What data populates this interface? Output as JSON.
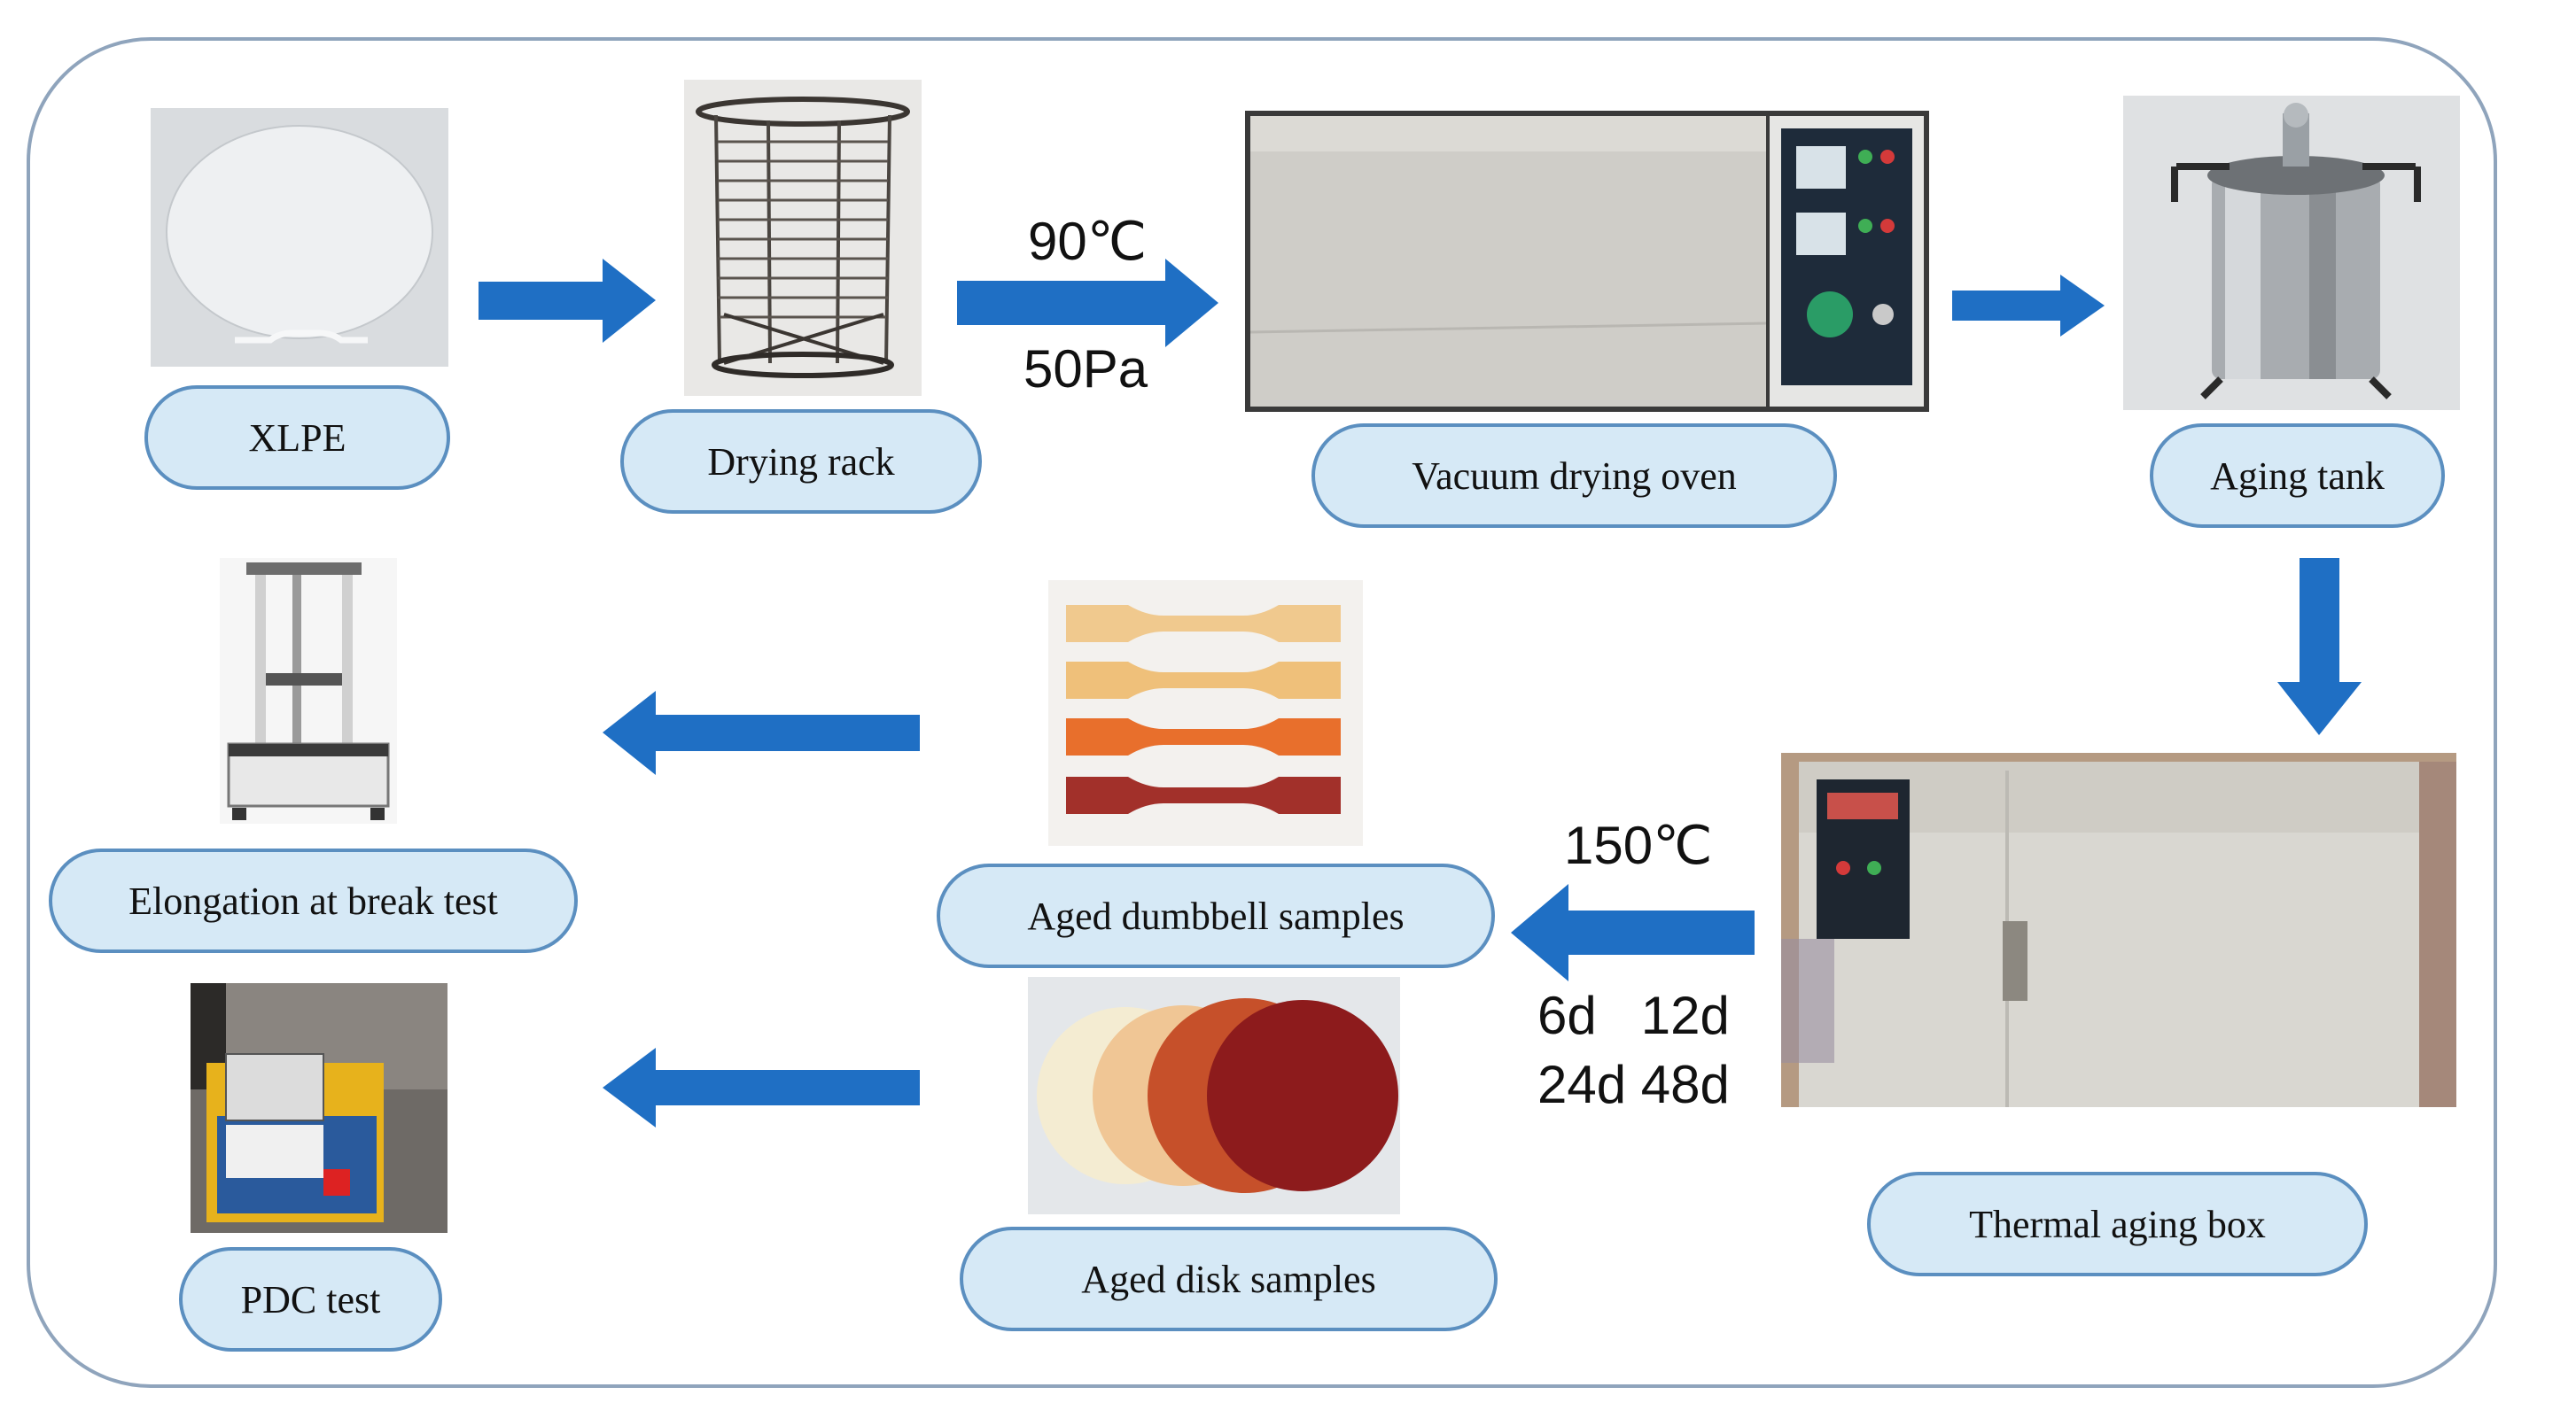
{
  "labels": {
    "xlpe": "XLPE",
    "drying_rack": "Drying rack",
    "vacuum_oven": "Vacuum drying oven",
    "aging_tank": "Aging tank",
    "thermal_box": "Thermal aging box",
    "dumbbell": "Aged dumbbell samples",
    "disk": "Aged disk samples",
    "elongation": "Elongation at break test",
    "pdc": "PDC test"
  },
  "conditions": {
    "drying_temp": "90℃",
    "drying_pressure": "50Pa",
    "aging_temp": "150℃",
    "aging_times_row1": "6d   12d",
    "aging_times_row2": "24d 48d"
  },
  "colors": {
    "arrow": "#1f6fc4",
    "label_fill": "#d6e9f6",
    "label_border": "#5b8fc0",
    "frame": "#8fa4bc"
  }
}
